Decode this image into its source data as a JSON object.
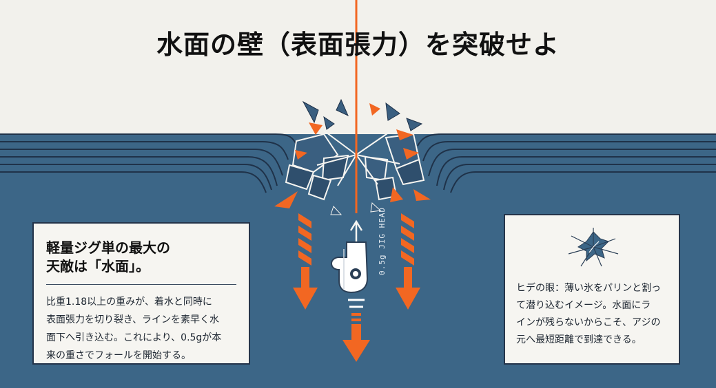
{
  "title": "水面の壁（表面張力）を突破せよ",
  "left_card": {
    "heading": "軽量ジグ単の最大の\n天敵は「水面」。",
    "body": "比重1.18以上の重みが、着水と同時に\n表面張力を切り裂き、ラインを素早く水\n面下へ引き込む。これにより、0.5gが本\n来の重さでフォールを開始する。"
  },
  "right_card": {
    "body": "ヒデの眼：薄い氷をパリンと割っ\nて潜り込むイメージ。水面にラ\nインが残らないからこそ、アジの\n元へ最短距離で到達できる。"
  },
  "jig_label": "0.5g JIG HEAD",
  "icons": [
    "shattered-surface-icon",
    "jig-head-icon",
    "down-arrow-icon",
    "cracked-ice-icon"
  ],
  "colors": {
    "water": "#3c6687",
    "water_line": "#24364d",
    "accent_orange": "#f26722",
    "paper": "#f2f1ec",
    "ink": "#111111"
  }
}
